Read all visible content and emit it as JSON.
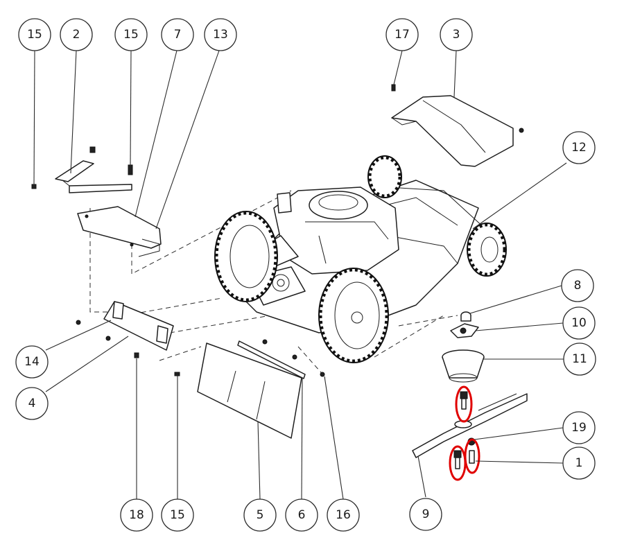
{
  "callouts": [
    {
      "id": "c15a",
      "label": "15"
    },
    {
      "id": "c2",
      "label": "2"
    },
    {
      "id": "c15b",
      "label": "15"
    },
    {
      "id": "c7",
      "label": "7"
    },
    {
      "id": "c13",
      "label": "13"
    },
    {
      "id": "c17",
      "label": "17"
    },
    {
      "id": "c3",
      "label": "3"
    },
    {
      "id": "c12",
      "label": "12"
    },
    {
      "id": "c8",
      "label": "8"
    },
    {
      "id": "c10",
      "label": "10"
    },
    {
      "id": "c11",
      "label": "11"
    },
    {
      "id": "c19",
      "label": "19"
    },
    {
      "id": "c1",
      "label": "1"
    },
    {
      "id": "c9",
      "label": "9"
    },
    {
      "id": "c14",
      "label": "14"
    },
    {
      "id": "c4",
      "label": "4"
    },
    {
      "id": "c18",
      "label": "18"
    },
    {
      "id": "c15c",
      "label": "15"
    },
    {
      "id": "c5",
      "label": "5"
    },
    {
      "id": "c6",
      "label": "6"
    },
    {
      "id": "c16",
      "label": "16"
    }
  ],
  "highlight_color": "#e00000"
}
